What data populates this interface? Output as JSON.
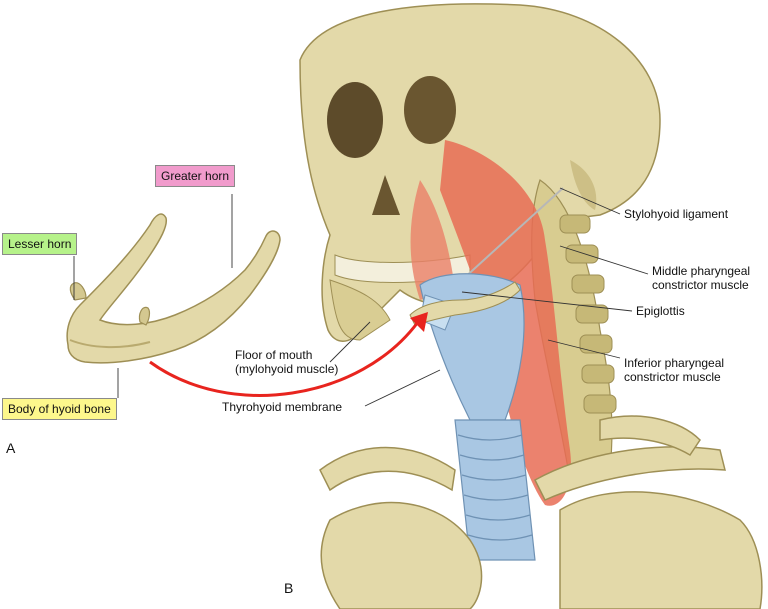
{
  "panel_a": {
    "letter": "A",
    "labels": {
      "greater_horn": "Greater horn",
      "lesser_horn": "Lesser horn",
      "body_of_hyoid": "Body of hyoid bone"
    },
    "colors": {
      "greater_horn_box": "#f19bcc",
      "lesser_horn_box": "#b6f28a",
      "body_box": "#fdf78c"
    }
  },
  "panel_b": {
    "letter": "B",
    "labels": {
      "stylohyoid_ligament": "Stylohyoid ligament",
      "middle_constrictor_1": "Middle pharyngeal",
      "middle_constrictor_2": "constrictor muscle",
      "epiglottis": "Epiglottis",
      "floor_of_mouth_1": "Floor of mouth",
      "floor_of_mouth_2": "(mylohyoid muscle)",
      "inferior_constrictor_1": "Inferior pharyngeal",
      "inferior_constrictor_2": "constrictor muscle",
      "thyrohyoid_membrane": "Thyrohyoid membrane"
    }
  },
  "colors": {
    "bone": "#e3d9a9",
    "bone_shadow": "#b9aa6f",
    "muscle": "#e86c55",
    "cartilage": "#a9c7e3",
    "arrow": "#e8241e"
  }
}
